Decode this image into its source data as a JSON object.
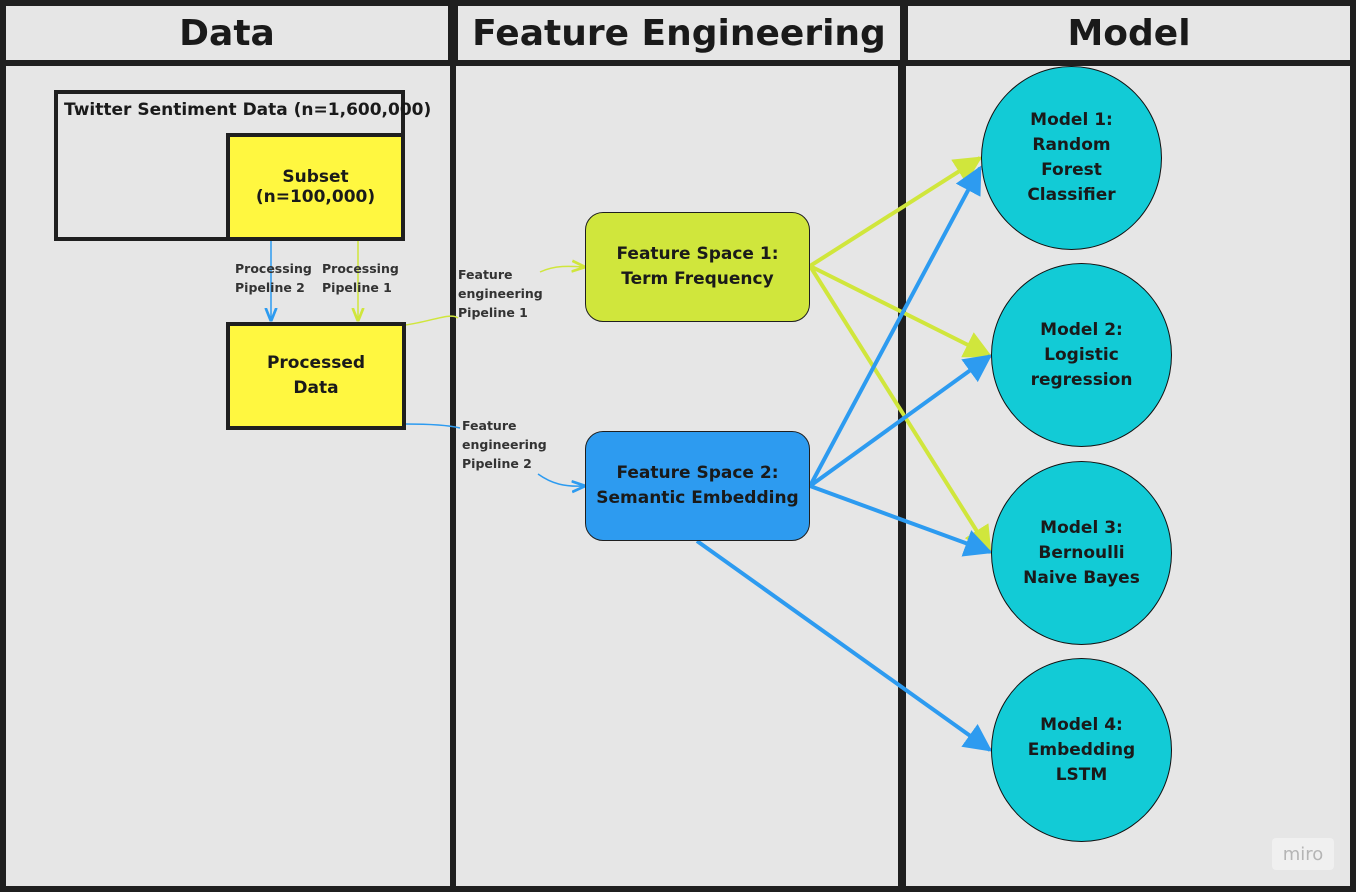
{
  "lanes": [
    {
      "id": "data",
      "title": "Data"
    },
    {
      "id": "feature",
      "title": "Feature Engineering"
    },
    {
      "id": "model",
      "title": "Model"
    }
  ],
  "nodes": {
    "twitter": "Twitter Sentiment Data (n=1,600,000)",
    "subset": "Subset (n=100,000)",
    "processed": "Processed\nData",
    "fs1": "Feature Space 1:\nTerm Frequency",
    "fs2": "Feature Space 2:\nSemantic Embedding",
    "model1": "Model 1:\nRandom\nForest\nClassifier",
    "model2": "Model 2:\nLogistic\nregression",
    "model3": "Model 3:\nBernoulli\nNaive Bayes",
    "model4": "Model 4:\nEmbedding\nLSTM"
  },
  "edge_labels": {
    "proc2": "Processing\nPipeline 2",
    "proc1": "Processing\nPipeline 1",
    "fe1": "Feature\nengineering\nPipeline 1",
    "fe2": "Feature\nengineering\nPipeline 2"
  },
  "colors": {
    "lane_bg": "#e6e6e6",
    "border": "#1f1f1f",
    "yellow": "#fff740",
    "green": "#d0e63c",
    "blue": "#2d9bf0",
    "teal": "#12cbd6"
  },
  "watermark": "miro"
}
